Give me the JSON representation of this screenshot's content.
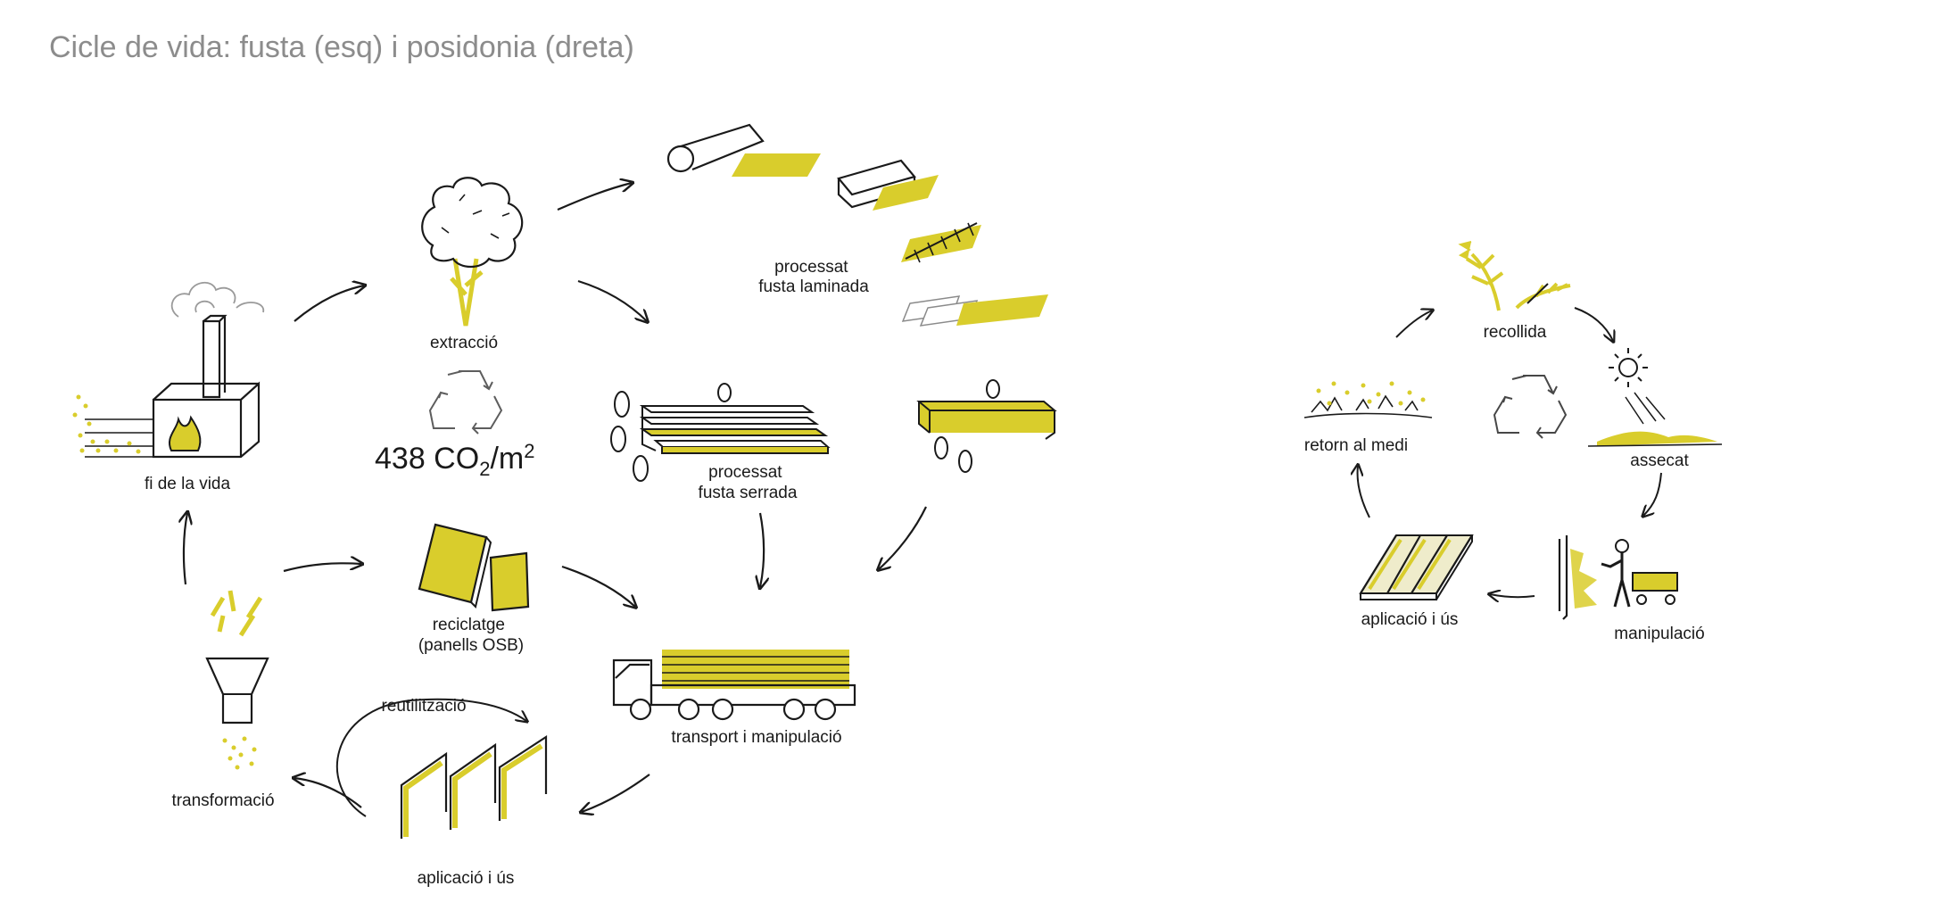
{
  "title": "Cicle de vida: fusta (esq) i posidonia (dreta)",
  "colors": {
    "accent": "#d9cd2c",
    "ink": "#1a1a1a",
    "title": "#8c8c8c"
  },
  "wood_cycle": {
    "stages": {
      "extraction": "extracció",
      "laminated": [
        "processat",
        "fusta laminada"
      ],
      "sawn": [
        "processat",
        "fusta serrada"
      ],
      "transport": "transport i manipulació",
      "application": "aplicació i ús",
      "reuse": "reutilització",
      "transformation": "transformació",
      "recycling": [
        "reciclatge",
        "(panells OSB)"
      ],
      "end_of_life": "fi de la vida"
    },
    "co2": {
      "value": "438",
      "unit_prefix": " CO",
      "sub": "2",
      "unit_suffix": "/m",
      "sup": "2"
    }
  },
  "posidonia_cycle": {
    "stages": {
      "collection": "recollida",
      "drying": "assecat",
      "handling": "manipulació",
      "application": "aplicació i ús",
      "return": "retorn al medi"
    }
  },
  "icons": [
    "tree-icon",
    "recycle-icon",
    "furnace-icon",
    "truck-icon",
    "sun-icon",
    "seaweed-icon",
    "worker-icon",
    "funnel-icon"
  ]
}
